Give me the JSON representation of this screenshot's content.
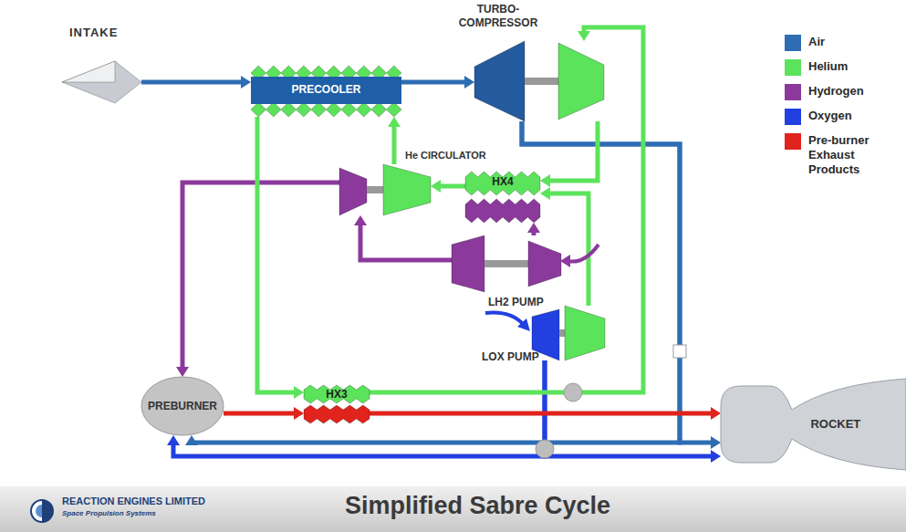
{
  "diagram": {
    "caption": "Simplified Sabre Cycle",
    "nodes": [
      {
        "text": [
          "INTAKE"
        ]
      },
      {
        "text": [
          "PRECOOLER"
        ]
      },
      {
        "text": [
          "TURBO-COMPRESSOR"
        ]
      },
      {
        "text": [
          "He CIRCULATOR"
        ]
      },
      {
        "text": [
          "HX4"
        ]
      },
      {
        "text": [
          "LH2 PUMP"
        ]
      },
      {
        "text": [
          "LOX PUMP"
        ]
      },
      {
        "text": [
          "PREBURNER"
        ]
      },
      {
        "text": [
          "HX3"
        ]
      },
      {
        "text": [
          "ROCKET"
        ]
      }
    ],
    "edges": [
      {
        "from": 0,
        "to": 1,
        "arrow": "to"
      },
      {
        "from": 1,
        "to": 2,
        "arrow": "to"
      },
      {
        "from": 2,
        "to": 9,
        "arrow": "to"
      },
      {
        "from": 2,
        "to": 7,
        "arrow": "to"
      },
      {
        "from": 6,
        "to": 9,
        "arrow": "to"
      },
      {
        "from": 6,
        "to": 7,
        "arrow": "to"
      },
      {
        "from": 7,
        "to": 8,
        "arrow": "to"
      },
      {
        "from": 8,
        "to": 9,
        "arrow": "to"
      },
      {
        "from": 5,
        "to": 4,
        "arrow": "to"
      },
      {
        "from": 5,
        "to": 3,
        "arrow": "to"
      },
      {
        "from": 3,
        "to": 7,
        "arrow": "to"
      },
      {
        "from": 8,
        "to": 2,
        "arrow": "to"
      },
      {
        "from": 2,
        "to": 4,
        "arrow": "to"
      },
      {
        "from": 6,
        "to": 4,
        "arrow": "to"
      },
      {
        "from": 4,
        "to": 3,
        "arrow": "to"
      },
      {
        "from": 3,
        "to": 1,
        "arrow": "to"
      },
      {
        "from": 1,
        "to": 8,
        "arrow": "to"
      }
    ],
    "labels": [
      "REACTION ENGINES LIMITED",
      "Space Propulsion Systems"
    ],
    "legend": [
      {
        "text": "Air",
        "color": "#2e6db4"
      },
      {
        "text": "Helium",
        "color": "#5be35b"
      },
      {
        "text": "Hydrogen",
        "color": "#8b3a9c"
      },
      {
        "text": "Oxygen",
        "color": "#2240e0"
      },
      {
        "text": "Pre-burner Exhaust Products",
        "color": "#e0231c"
      }
    ]
  }
}
